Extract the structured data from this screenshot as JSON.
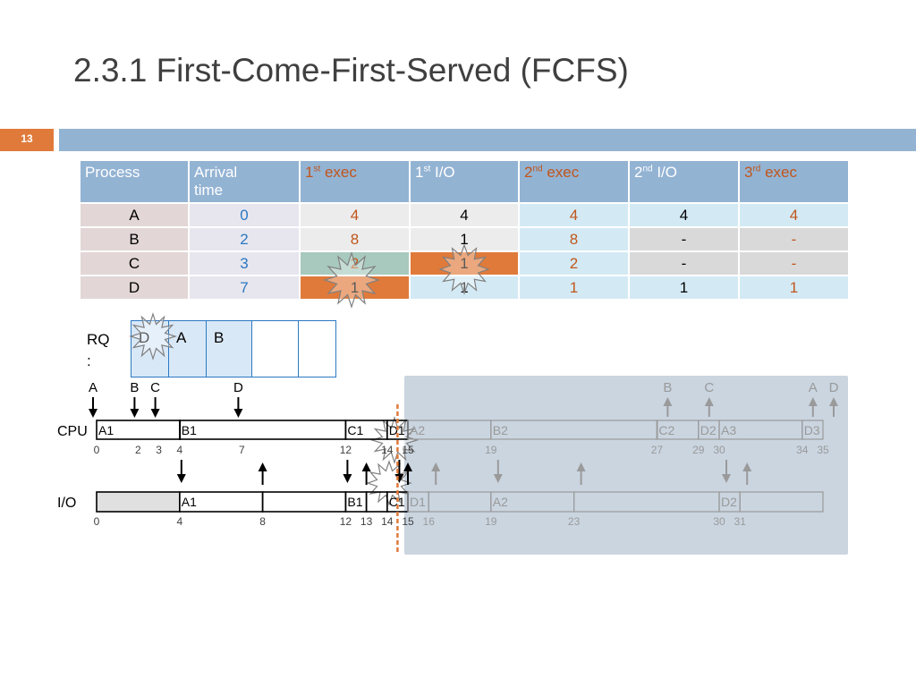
{
  "slide": {
    "title": "2.3.1 First-Come-First-Served (FCFS)",
    "page_number": "13"
  },
  "table": {
    "headers": [
      {
        "base": "Process",
        "sup": "",
        "rest": ""
      },
      {
        "base": "Arrival time",
        "sup": "",
        "rest": ""
      },
      {
        "base": "1",
        "sup": "st",
        "rest": " exec"
      },
      {
        "base": "1",
        "sup": "st",
        "rest": " I/O"
      },
      {
        "base": "2",
        "sup": "nd",
        "rest": " exec"
      },
      {
        "base": "2",
        "sup": "nd",
        "rest": " I/O"
      },
      {
        "base": "3",
        "sup": "rd",
        "rest": " exec"
      }
    ],
    "rows": [
      {
        "process": "A",
        "arrival": "0",
        "exec1": "4",
        "io1": "4",
        "exec2": "4",
        "io2": "4",
        "exec3": "4"
      },
      {
        "process": "B",
        "arrival": "2",
        "exec1": "8",
        "io1": "1",
        "exec2": "8",
        "io2": "-",
        "exec3": "-"
      },
      {
        "process": "C",
        "arrival": "3",
        "exec1": "2",
        "io1": "1",
        "exec2": "2",
        "io2": "-",
        "exec3": "-"
      },
      {
        "process": "D",
        "arrival": "7",
        "exec1": "1",
        "io1": "1",
        "exec2": "1",
        "io2": "1",
        "exec3": "1"
      }
    ]
  },
  "ready_queue": {
    "label": "RQ",
    "label_suffix": ":",
    "slots": [
      "D",
      "A",
      "B",
      "",
      ""
    ]
  },
  "timeline": {
    "time_min": 0,
    "time_max": 35,
    "cpu_label": "CPU",
    "io_label": "I/O",
    "highlight_from": 15,
    "current_time": 14.5,
    "arrivals": [
      {
        "label": "A",
        "time": 0,
        "faded": false
      },
      {
        "label": "B",
        "time": 2,
        "faded": false
      },
      {
        "label": "C",
        "time": 3,
        "faded": false
      },
      {
        "label": "D",
        "time": 7,
        "faded": false
      },
      {
        "label": "B",
        "time": 27,
        "faded": true
      },
      {
        "label": "C",
        "time": 29,
        "faded": true
      },
      {
        "label": "A",
        "time": 34,
        "faded": true
      },
      {
        "label": "D",
        "time": 35,
        "faded": true
      }
    ],
    "cpu_segments": [
      {
        "label": "A1",
        "start": 0,
        "end": 4,
        "faded": false
      },
      {
        "label": "",
        "start": 4,
        "end": 4,
        "faded": false
      },
      {
        "label": "B1",
        "start": 4,
        "end": 12,
        "faded": false
      },
      {
        "label": "C1",
        "start": 12,
        "end": 14,
        "faded": false
      },
      {
        "label": "D1",
        "start": 14,
        "end": 15,
        "faded": false
      },
      {
        "label": "A2",
        "start": 15,
        "end": 19,
        "faded": true
      },
      {
        "label": "B2",
        "start": 19,
        "end": 27,
        "faded": true
      },
      {
        "label": "",
        "start": 27,
        "end": 27,
        "faded": true
      },
      {
        "label": "C2",
        "start": 27,
        "end": 29,
        "faded": true
      },
      {
        "label": "D2",
        "start": 29,
        "end": 30,
        "faded": true
      },
      {
        "label": "A3",
        "start": 30,
        "end": 34,
        "faded": true
      },
      {
        "label": "D3",
        "start": 34,
        "end": 35,
        "faded": true
      }
    ],
    "cpu_ticks": [
      {
        "label": "0",
        "time": 0,
        "faded": false
      },
      {
        "label": "2",
        "time": 2,
        "faded": false
      },
      {
        "label": "3",
        "time": 3,
        "faded": false
      },
      {
        "label": "4",
        "time": 4,
        "faded": false
      },
      {
        "label": "7",
        "time": 7,
        "faded": false
      },
      {
        "label": "12",
        "time": 12,
        "faded": false
      },
      {
        "label": "14",
        "time": 14,
        "faded": false
      },
      {
        "label": "15",
        "time": 15,
        "faded": false
      },
      {
        "label": "19",
        "time": 19,
        "faded": true
      },
      {
        "label": "27",
        "time": 27,
        "faded": true
      },
      {
        "label": "29",
        "time": 29,
        "faded": true
      },
      {
        "label": "30",
        "time": 30,
        "faded": true
      },
      {
        "label": "34",
        "time": 34,
        "faded": true
      },
      {
        "label": "35",
        "time": 35,
        "faded": true
      }
    ],
    "io_segments": [
      {
        "label": "",
        "start": 0,
        "end": 4,
        "faded": false,
        "idle": true
      },
      {
        "label": "A1",
        "start": 4,
        "end": 8,
        "faded": false,
        "idle": false
      },
      {
        "label": "",
        "start": 8,
        "end": 12,
        "faded": false,
        "idle": false
      },
      {
        "label": "B1",
        "start": 12,
        "end": 13,
        "faded": false,
        "idle": false
      },
      {
        "label": "",
        "start": 13,
        "end": 14,
        "faded": false,
        "idle": false
      },
      {
        "label": "C1",
        "start": 14,
        "end": 15,
        "faded": false,
        "idle": false
      },
      {
        "label": "D1",
        "start": 15,
        "end": 16,
        "faded": true,
        "idle": false
      },
      {
        "label": "",
        "start": 16,
        "end": 19,
        "faded": true,
        "idle": false
      },
      {
        "label": "A2",
        "start": 19,
        "end": 23,
        "faded": true,
        "idle": false
      },
      {
        "label": "",
        "start": 23,
        "end": 30,
        "faded": true,
        "idle": false
      },
      {
        "label": "D2",
        "start": 30,
        "end": 31,
        "faded": true,
        "idle": false
      },
      {
        "label": "",
        "start": 31,
        "end": 35,
        "faded": true,
        "idle": false
      }
    ],
    "io_ticks": [
      {
        "label": "0",
        "time": 0,
        "faded": false
      },
      {
        "label": "4",
        "time": 4,
        "faded": false
      },
      {
        "label": "8",
        "time": 8,
        "faded": false
      },
      {
        "label": "12",
        "time": 12,
        "faded": false
      },
      {
        "label": "13",
        "time": 13,
        "faded": false
      },
      {
        "label": "14",
        "time": 14,
        "faded": false
      },
      {
        "label": "15",
        "time": 15,
        "faded": false
      },
      {
        "label": "16",
        "time": 16,
        "faded": true
      },
      {
        "label": "19",
        "time": 19,
        "faded": true
      },
      {
        "label": "23",
        "time": 23,
        "faded": true
      },
      {
        "label": "30",
        "time": 30,
        "faded": true
      },
      {
        "label": "31",
        "time": 31,
        "faded": true
      }
    ],
    "down_arrows": [
      {
        "time": 4,
        "faded": false
      },
      {
        "time": 12,
        "faded": false
      },
      {
        "time": 14.5,
        "faded": false
      },
      {
        "time": 19,
        "faded": true
      },
      {
        "time": 30,
        "faded": true
      }
    ],
    "up_arrows": [
      {
        "time": 8,
        "faded": false
      },
      {
        "time": 13,
        "faded": false
      },
      {
        "time": 15,
        "faded": false
      },
      {
        "time": 16,
        "faded": true
      },
      {
        "time": 23,
        "faded": true
      },
      {
        "time": 31,
        "faded": true
      }
    ]
  },
  "colors": {
    "title": "#3f3f3f",
    "accent_orange": "#e07a3a",
    "accent_blue": "#93b3d3",
    "arrival_text": "#2b78c2",
    "highlight_panel": "#b8c7d6",
    "current_time_line": "#e07a3a"
  }
}
